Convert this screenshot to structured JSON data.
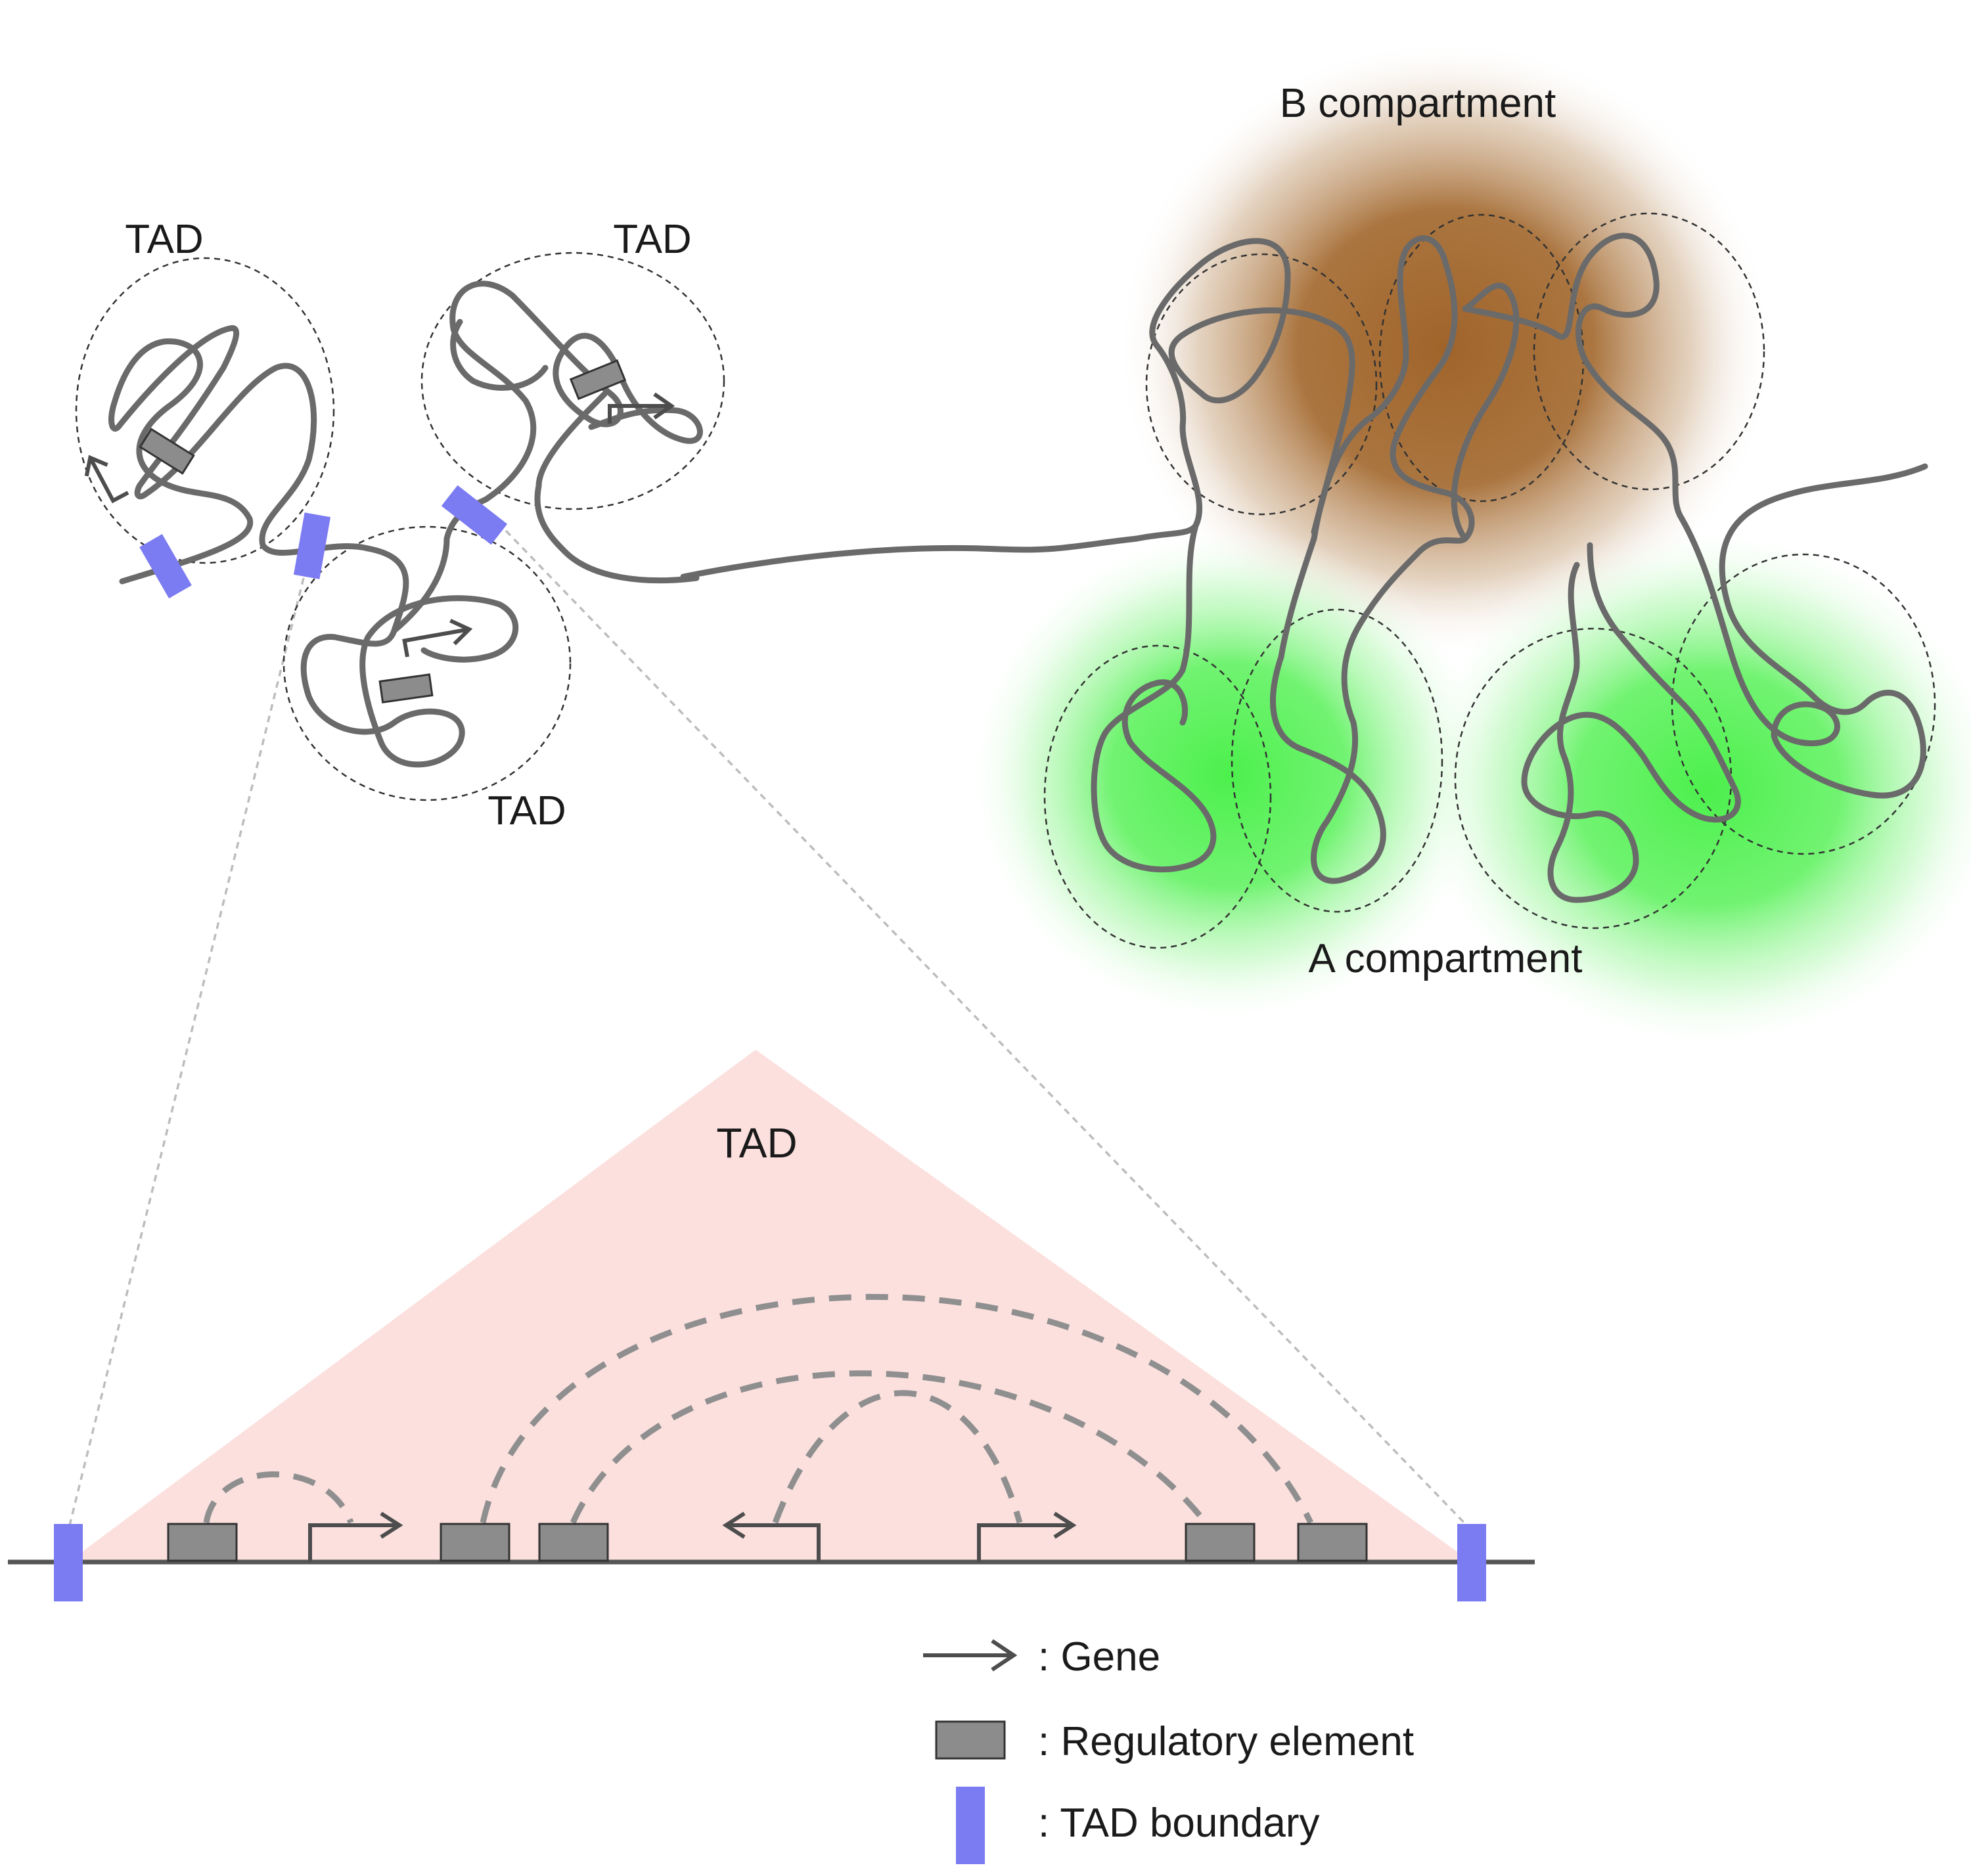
{
  "labels": {
    "tad_top_left": "TAD",
    "tad_top_middle": "TAD",
    "tad_lower": "TAD",
    "b_compartment": "B compartment",
    "a_compartment": "A compartment",
    "tad_triangle": "TAD"
  },
  "legend": {
    "gene": ": Gene",
    "regulatory": ": Regulatory element",
    "boundary": ": TAD boundary"
  },
  "colors": {
    "chromatin": "#6a6a6a",
    "tad_boundary": "#7b7bf2",
    "regulatory_element": "#8c8c8c",
    "b_compartment": "#a0642a",
    "a_compartment": "#4cf04c",
    "tad_triangle": "#fbe0de"
  }
}
